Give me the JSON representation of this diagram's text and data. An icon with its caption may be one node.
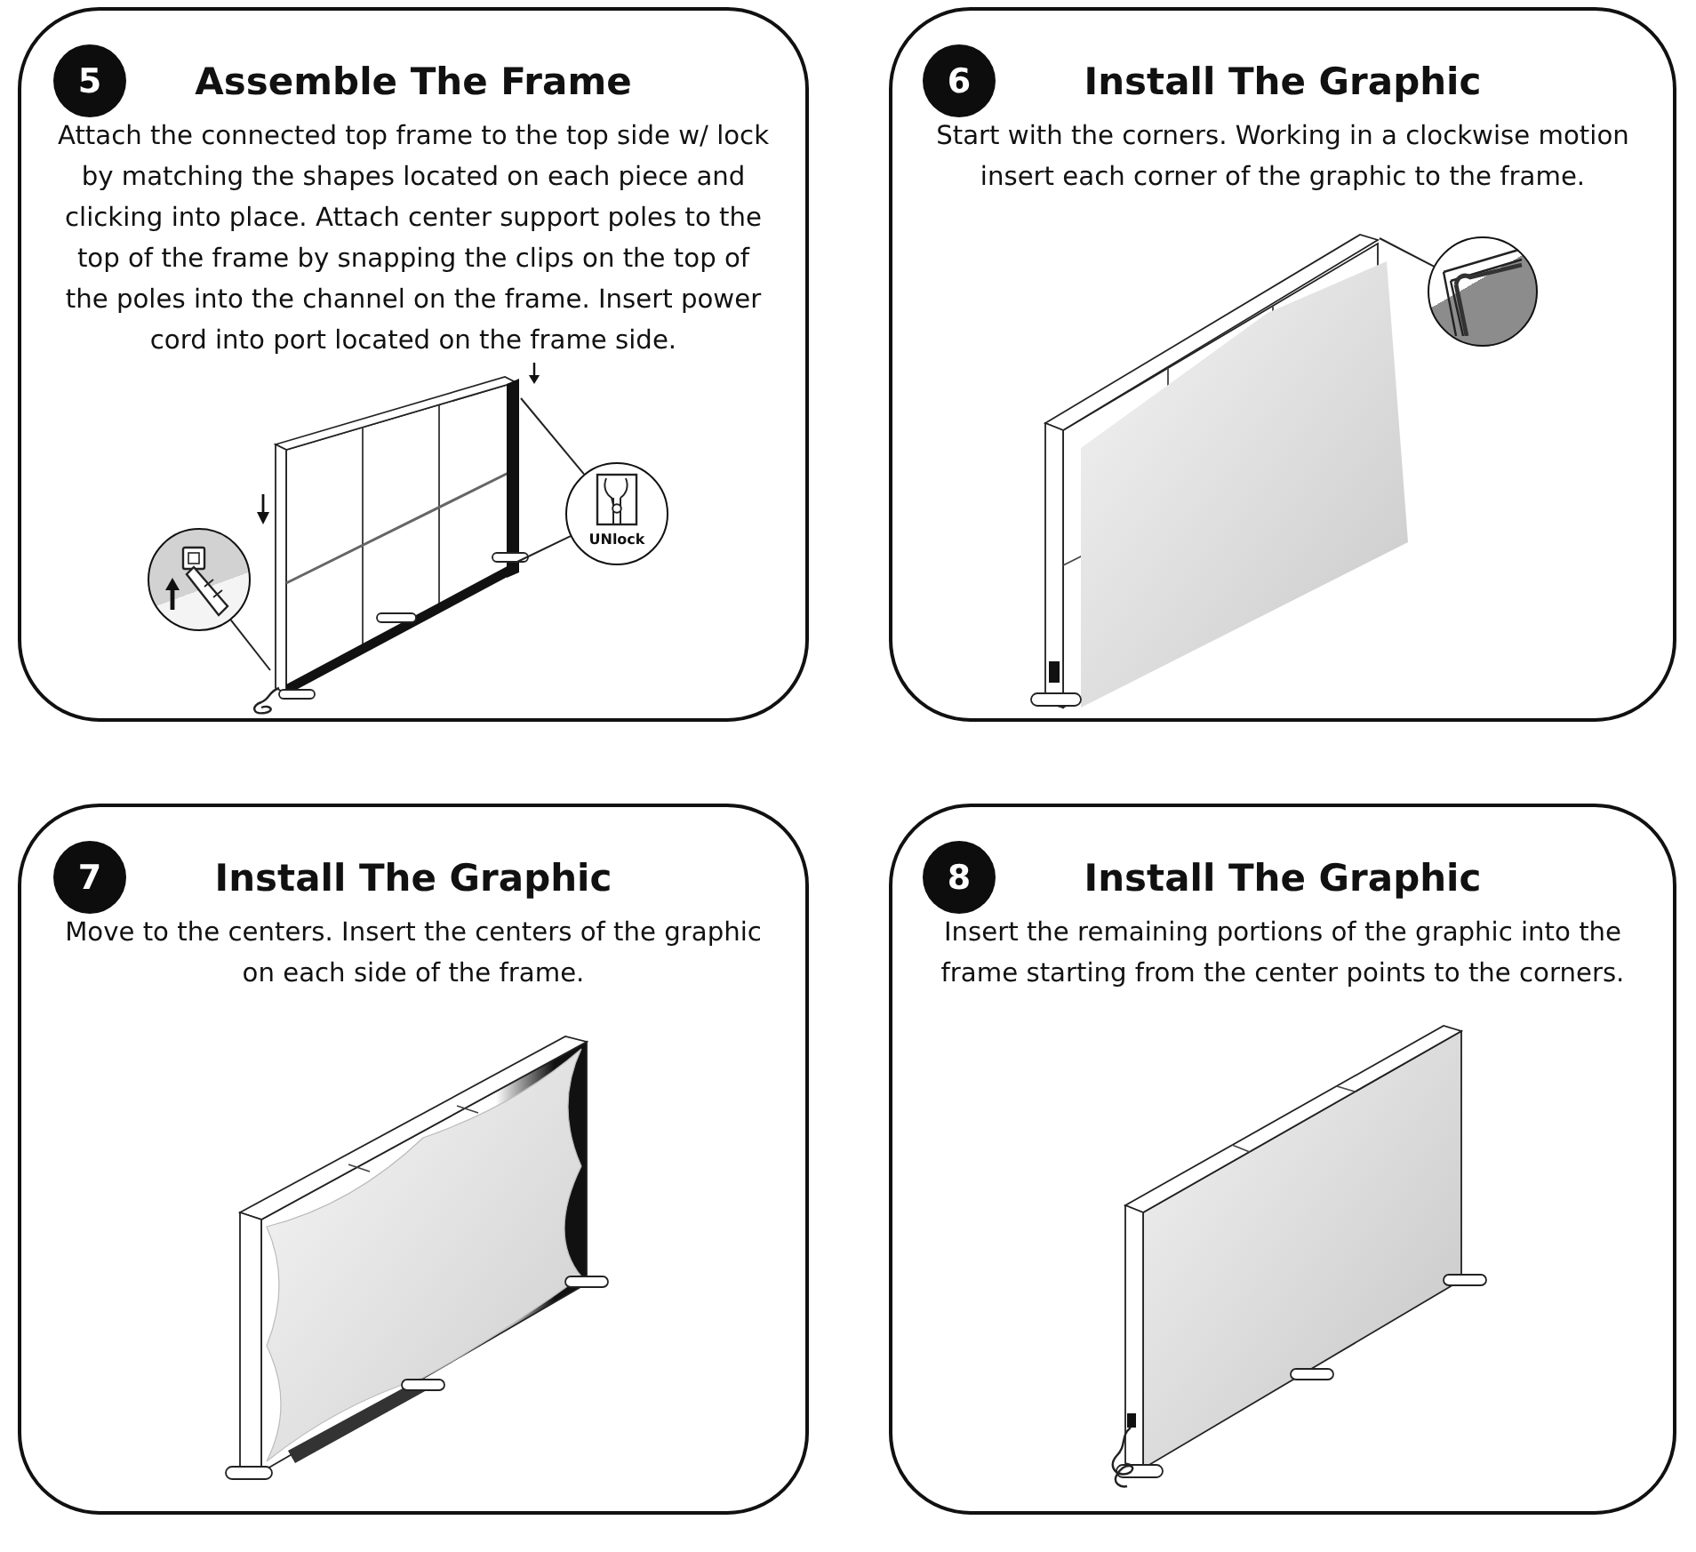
{
  "diagram": {
    "nodes": [
      {
        "text": [
          "Assemble The Frame",
          "Attach the connected top frame to the top side w/ lock by matching the shapes located on each piece and clicking into place. Attach center support poles to the top of the frame by snapping the clips on the top of the poles into the channel on the frame. Insert power cord into port located on the frame side."
        ]
      },
      {
        "text": [
          "5"
        ],
        "in": 0
      },
      {
        "text": [],
        "shape": "circle",
        "in": 0
      },
      {
        "text": [
          "UNlock"
        ],
        "in": 0
      },
      {
        "text": [
          "Install The Graphic",
          "Start with the corners. Working in a clockwise motion insert each corner of the graphic to the frame."
        ]
      },
      {
        "text": [
          "6"
        ],
        "in": 4
      },
      {
        "text": [],
        "shape": "circle",
        "in": 4
      },
      {
        "text": [
          "Install The Graphic",
          "Move to the centers. Insert the centers of the graphic on each side of the frame."
        ]
      },
      {
        "text": [
          "7"
        ],
        "in": 7
      },
      {
        "text": [
          "Install The Graphic",
          "Insert the remaining portions of the graphic into the frame starting from the center points to the corners."
        ]
      },
      {
        "text": [
          "8"
        ],
        "in": 9
      }
    ],
    "edges": [
      {
        "from": 2,
        "to": null,
        "arrow": "none"
      },
      {
        "from": 3,
        "to": null,
        "arrow": "none"
      },
      {
        "from": 3,
        "to": null,
        "arrow": "none"
      },
      {
        "from": 6,
        "to": null,
        "arrow": "none"
      }
    ]
  }
}
